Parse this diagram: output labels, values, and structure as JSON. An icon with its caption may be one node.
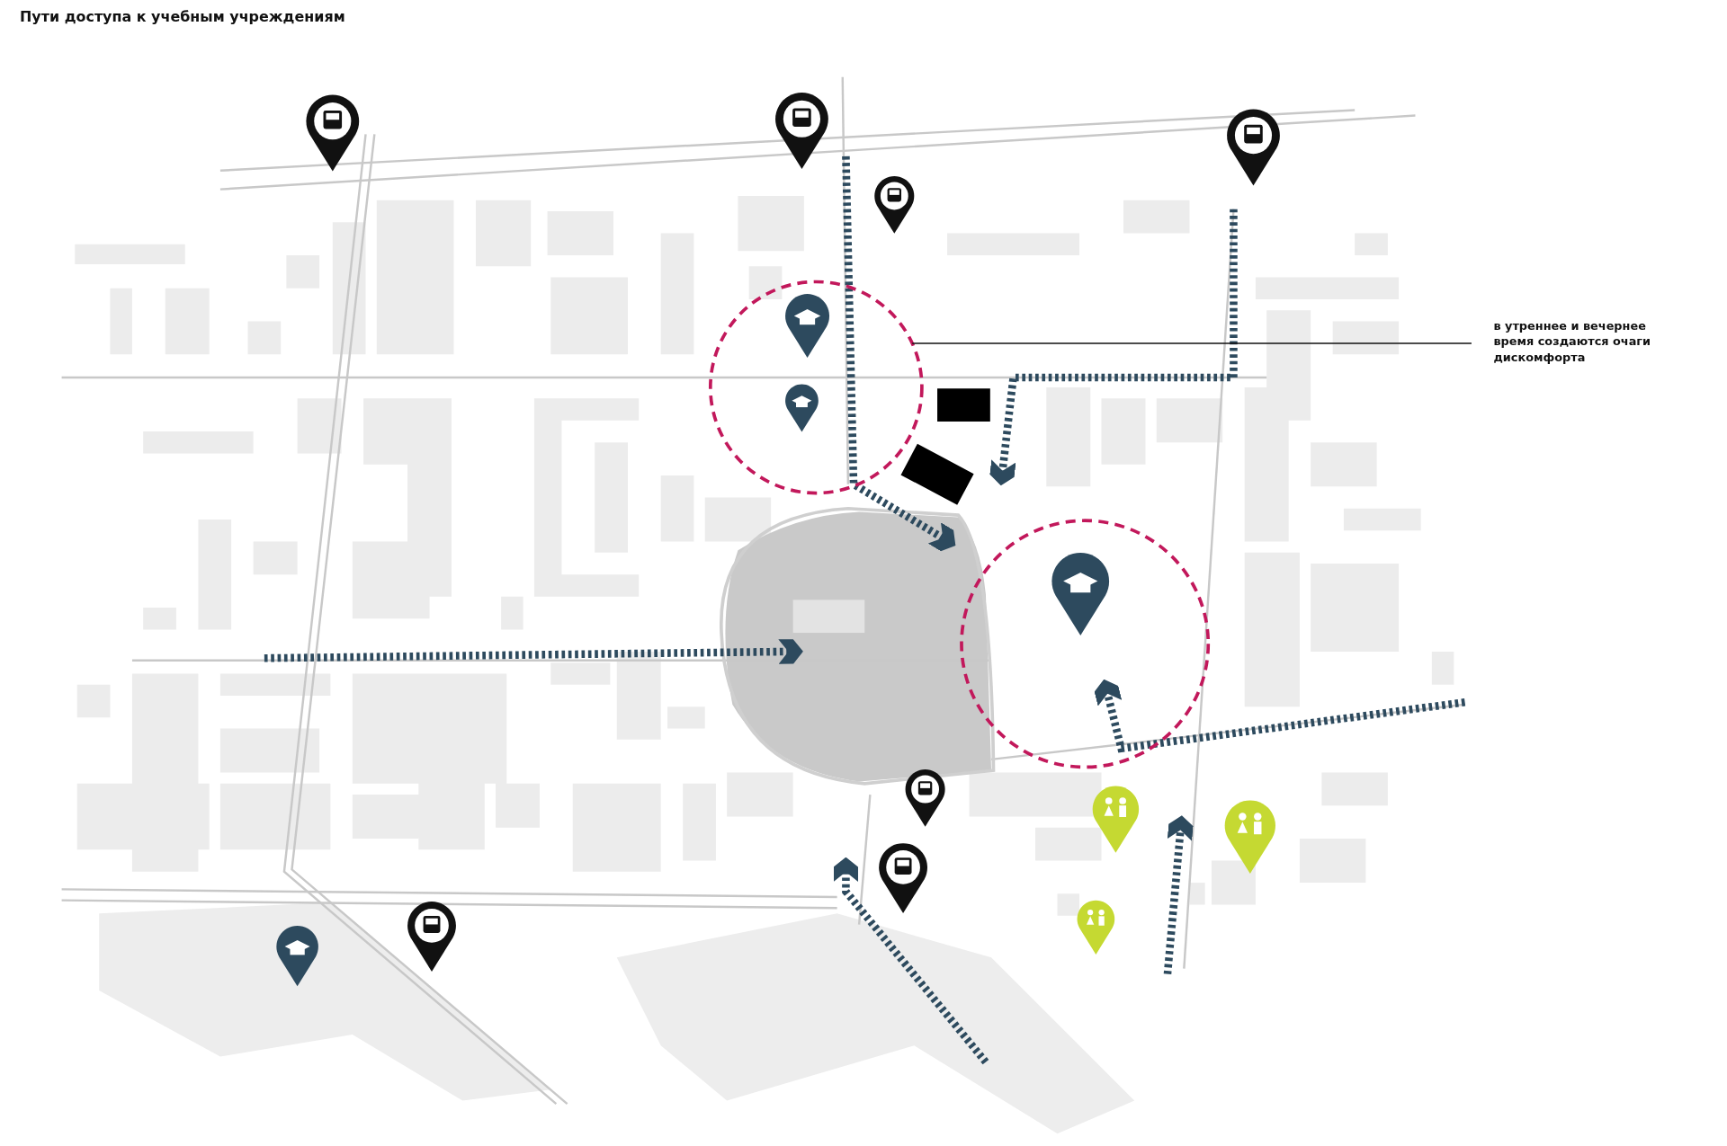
{
  "diagram": {
    "title": "Пути доступа к учебным учреждениям",
    "nodes": [
      {
        "text": [
          "в утреннее и вечернее время создаются очаги дискомфорта"
        ]
      },
      {
        "text": [],
        "shape": "circle"
      },
      {
        "text": [],
        "shape": "circle"
      }
    ],
    "edges": [
      {
        "from": 0,
        "to": 1,
        "arrow": "none"
      }
    ]
  }
}
